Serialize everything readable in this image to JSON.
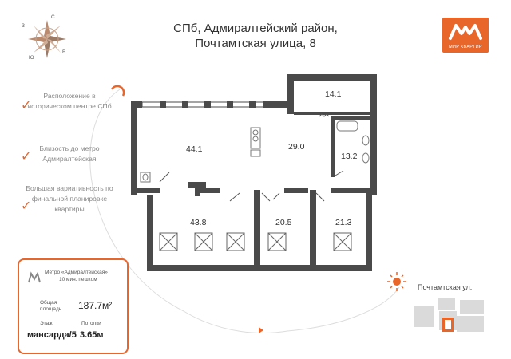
{
  "title": {
    "line1": "СПб, Адмиралтейский район,",
    "line2": "Почтамтская улица, 8"
  },
  "logo": {
    "text": "МИР КВАРТИР",
    "brand_color": "#e9662b"
  },
  "compass": {
    "north": "С",
    "east": "В",
    "south": "Ю",
    "west": "З"
  },
  "features": [
    {
      "text": "Расположение в историческом центре СПб"
    },
    {
      "text": "Близость до метро Адмиралтейская"
    },
    {
      "text": "Большая вариативность по финальной планировке квартиры"
    }
  ],
  "rooms": [
    "14.1",
    "44.1",
    "29.0",
    "13.2",
    "43.8",
    "20.5",
    "21.3"
  ],
  "info": {
    "metro_name": "Метро «Адмиралтейская»",
    "metro_time": "10 мин. пешком",
    "area_label_1": "Общая",
    "area_label_2": "площадь",
    "area_value": "187.7м²",
    "floor_label": "Этаж",
    "floor_value": "мансарда/5",
    "ceiling_label": "Потолки",
    "ceiling_value": "3.65м"
  },
  "street": {
    "label": "Почтамтская ул."
  },
  "colors": {
    "accent": "#e9662b",
    "wall": "#4a4a4a"
  }
}
